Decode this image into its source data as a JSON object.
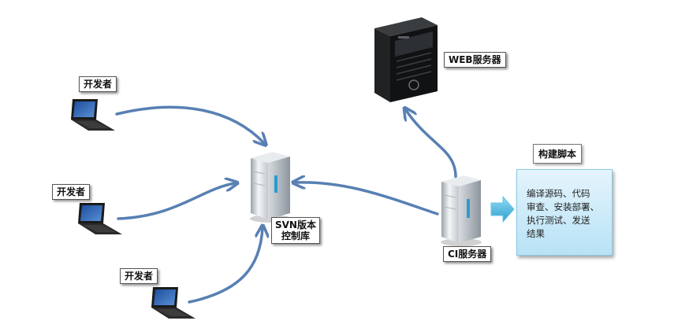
{
  "diagram": {
    "title": "SVN + CI continuous integration workflow",
    "developers": [
      {
        "label": "开发者"
      },
      {
        "label": "开发者"
      },
      {
        "label": "开发者"
      }
    ],
    "svn_server": {
      "label_line1": "SVN版本",
      "label_line2": "控制库"
    },
    "ci_server": {
      "label": "CI服务器"
    },
    "web_server": {
      "label": "WEB服务器"
    },
    "build_script": {
      "title": "构建脚本",
      "lines": [
        "编译源码、代码",
        "审查、安装部署、",
        "执行测试、发送",
        "结果"
      ]
    },
    "edges": [
      {
        "from": "developer-1",
        "to": "svn-server"
      },
      {
        "from": "developer-2",
        "to": "svn-server"
      },
      {
        "from": "developer-3",
        "to": "svn-server"
      },
      {
        "from": "ci-server",
        "to": "svn-server"
      },
      {
        "from": "ci-server",
        "to": "web-server"
      },
      {
        "from": "ci-server",
        "to": "build-script"
      }
    ],
    "colors": {
      "arrow": "#3b6aa6",
      "box_fill": "#c6e8f8",
      "box_border": "#8ec9e6",
      "small_arrow": "#3aa7cf"
    }
  }
}
